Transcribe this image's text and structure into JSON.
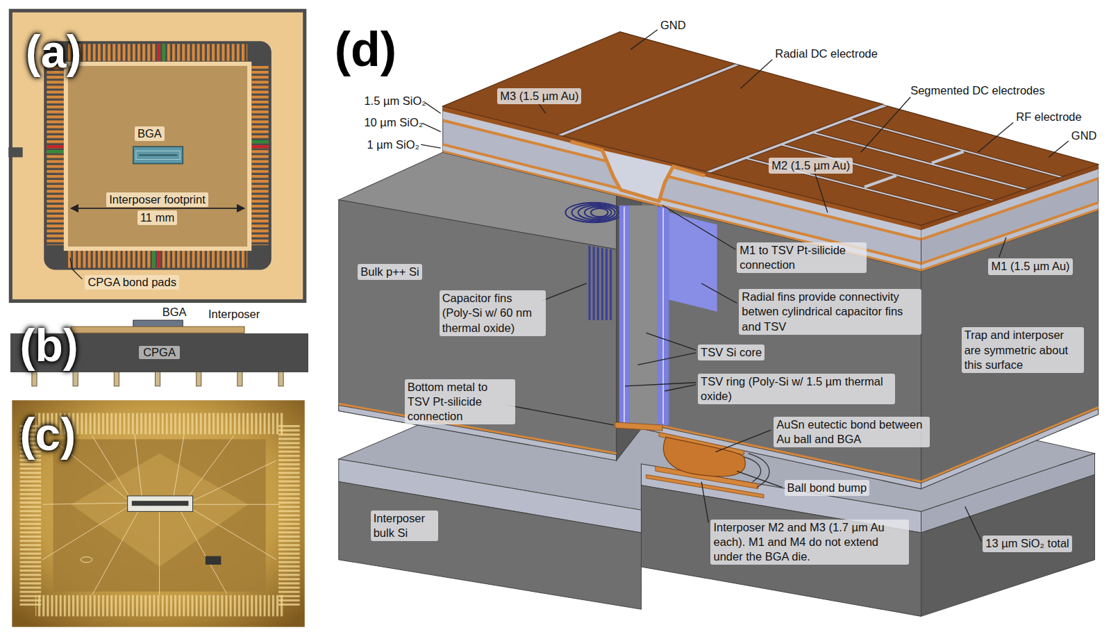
{
  "diagram": {
    "nodes": [
      {
        "text": [
          "CPGA"
        ]
      }
    ],
    "labels": [
      "(a)",
      "BGA",
      "Interposer footprint",
      "11 mm",
      "CPGA bond pads",
      "(b)",
      "BGA",
      "Interposer",
      "(c)",
      "(d)",
      "GND",
      "Radial DC electrode",
      "1.5 µm SiO₂",
      "10 µm SiO₂",
      "1 µm SiO₂",
      "M3 (1.5 µm Au)",
      "Segmented DC electrodes",
      "RF electrode",
      "GND",
      "M2 (1.5 µm Au)",
      "M1 to TSV Pt-silicide connection",
      "M1 (1.5 µm Au)",
      "Bulk p++ Si",
      "Capacitor fins (Poly-Si w/ 60 nm thermal oxide)",
      "Radial fins provide connectivity betwen cylindrical capacitor fins and TSV",
      "Trap and interposer are symmetric about this surface",
      "TSV Si core",
      "TSV ring (Poly-Si w/ 1.5 µm thermal oxide)",
      "Bottom metal to TSV Pt-silicide connection",
      "AuSn eutectic bond between Au ball and BGA",
      "Ball bond bump",
      "Interposer bulk Si",
      "Interposer M2 and M3 (1.7 µm Au each). M1 and M4 do not extend under the BGA die.",
      "13 µm SiO₂ total"
    ]
  }
}
